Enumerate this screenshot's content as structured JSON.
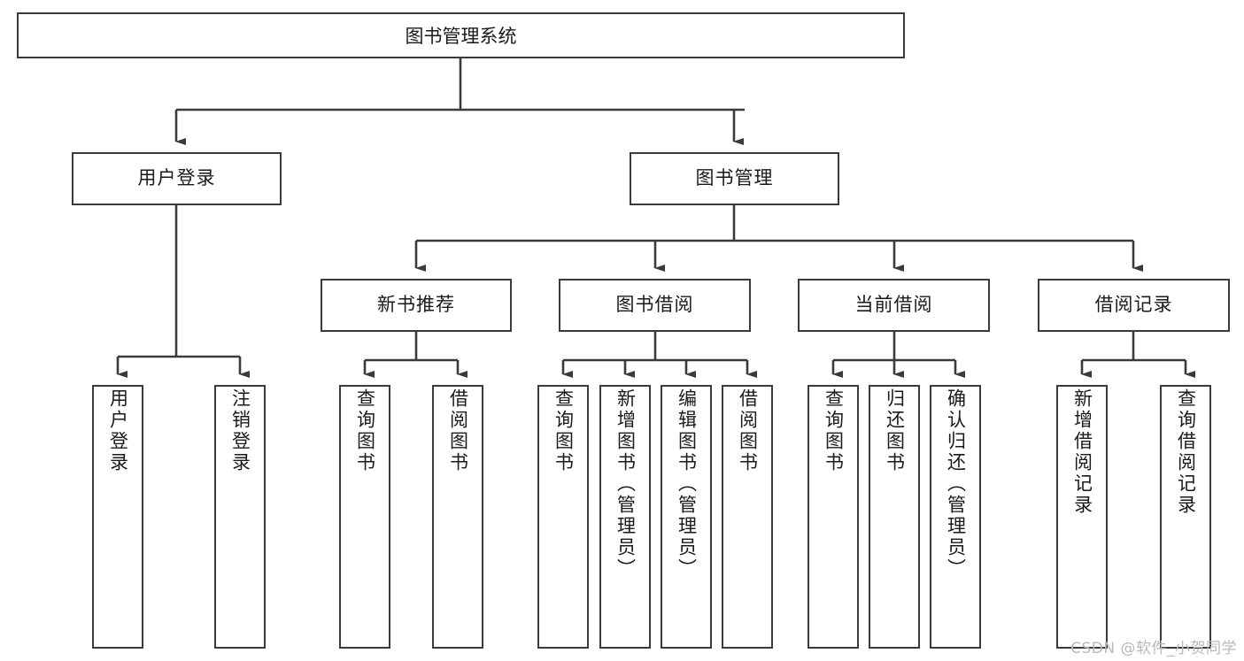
{
  "diagram": {
    "type": "tree",
    "title": "图书管理系统",
    "orientation": "top-down",
    "colors": {
      "box_border": "#3a3a3a",
      "box_fill": "#ffffff",
      "edge": "#3a3a3a",
      "text": "#1a1a1a",
      "watermark": "#b9b9b9",
      "background": "#ffffff"
    },
    "root": {
      "label": "图书管理系统"
    },
    "level2": [
      {
        "label": "用户登录"
      },
      {
        "label": "图书管理"
      }
    ],
    "level3": [
      {
        "label": "新书推荐"
      },
      {
        "label": "图书借阅"
      },
      {
        "label": "当前借阅"
      },
      {
        "label": "借阅记录"
      }
    ],
    "leaves": {
      "user_login": [
        {
          "label": "用户登录"
        },
        {
          "label": "注销登录"
        }
      ],
      "new_book": [
        {
          "label": "查询图书"
        },
        {
          "label": "借阅图书"
        }
      ],
      "borrow": [
        {
          "label": "查询图书"
        },
        {
          "label": "新增图书（管理员）"
        },
        {
          "label": "编辑图书（管理员）"
        },
        {
          "label": "借阅图书"
        }
      ],
      "current": [
        {
          "label": "查询图书"
        },
        {
          "label": "归还图书"
        },
        {
          "label": "确认归还（管理员）"
        }
      ],
      "records": [
        {
          "label": "新增借阅记录"
        },
        {
          "label": "查询借阅记录"
        }
      ]
    }
  },
  "watermark": {
    "text": "CSDN @软件_小贺同学"
  }
}
